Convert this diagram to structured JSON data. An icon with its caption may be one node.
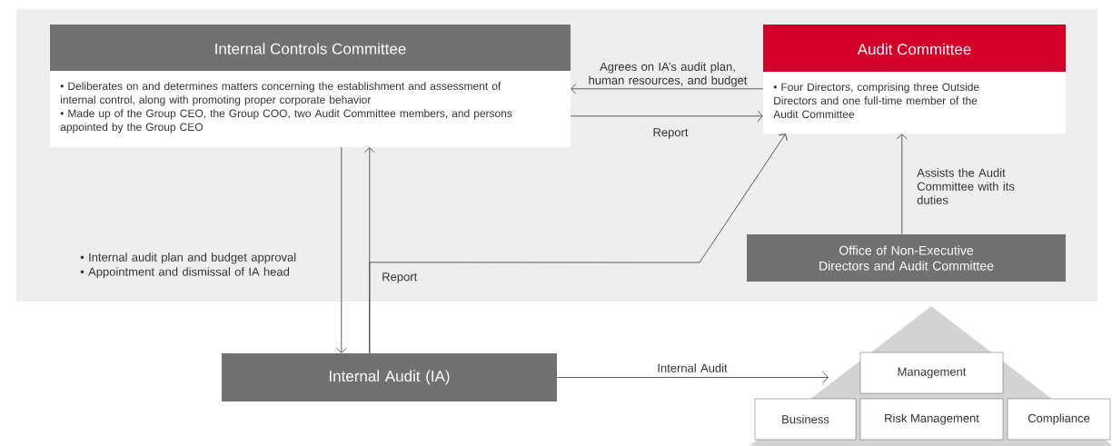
{
  "diagram": {
    "nodes": [
      {
        "text": [
          "Internal Controls Committee",
          "• Deliberates on and determines matters concerning the establishment and assessment of internal control, along with promoting proper corporate behavior",
          "• Made up of the Group CEO, the Group COO, two Audit Committee members, and persons appointed by the Group CEO"
        ]
      },
      {
        "text": [
          "Audit Committee",
          "• Four Directors, comprising three Outside Directors and one full-time member of the Audit Committee"
        ]
      },
      {
        "text": [
          "Office of Non-Executive Directors and Audit Committee"
        ]
      },
      {
        "text": [
          "Internal Audit (IA)"
        ]
      },
      {
        "text": [],
        "shape": "triangle"
      },
      {
        "text": [
          "Management"
        ],
        "in": 4
      },
      {
        "text": [
          "Business"
        ],
        "in": 4
      },
      {
        "text": [
          "Risk Management"
        ],
        "in": 4
      },
      {
        "text": [
          "Compliance"
        ],
        "in": 4
      }
    ],
    "edges": [
      {
        "from": 1,
        "to": 0,
        "arrow": "to",
        "label": "Agrees on IA’s audit plan, human resources, and budget"
      },
      {
        "from": 0,
        "to": 1,
        "arrow": "to",
        "label": "Report"
      },
      {
        "from": 0,
        "to": 3,
        "arrow": "to"
      },
      {
        "from": 3,
        "to": 0,
        "arrow": "to"
      },
      {
        "from": 3,
        "to": 1,
        "arrow": "to",
        "label": "Report"
      },
      {
        "from": 2,
        "to": 1,
        "arrow": "to",
        "label": "Assists the Audit Committee with its duties"
      },
      {
        "from": 3,
        "to": 4,
        "arrow": "to",
        "label": "Internal Audit"
      }
    ],
    "labels": [
      "• Internal audit plan and budget approval",
      "• Appointment and dismissal of IA head"
    ]
  }
}
